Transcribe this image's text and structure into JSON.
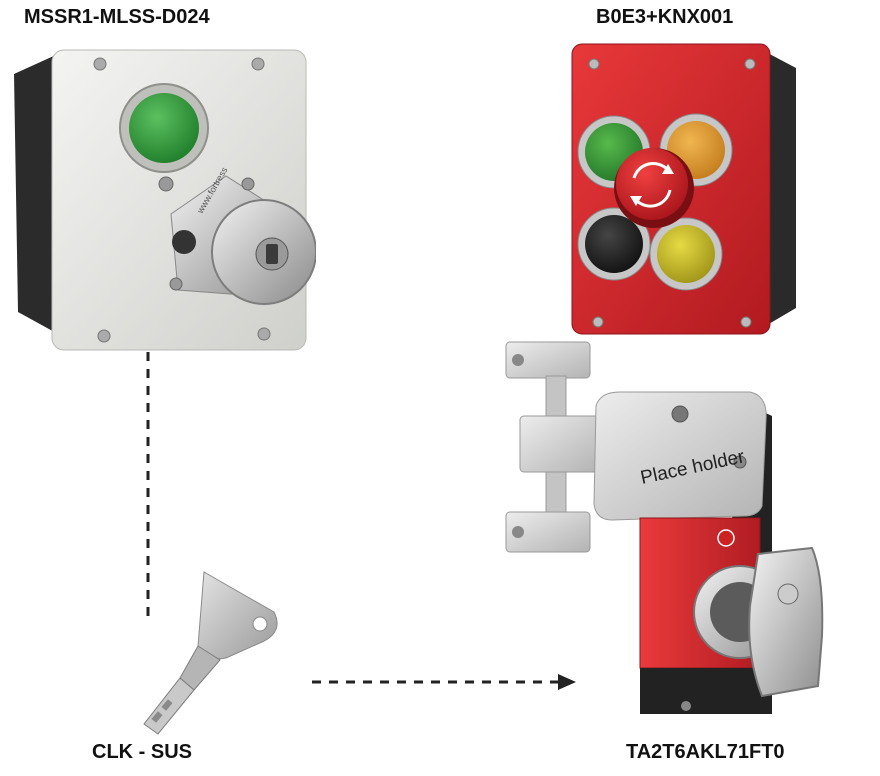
{
  "labels": {
    "top_left": "MSSR1-MLSS-D024",
    "top_right": "B0E3+KNX001",
    "bottom_left": "CLK - SUS",
    "bottom_right": "TA2T6AKL71FT0"
  },
  "placeholder_text": "Place holder",
  "brand_url_text": "www.fortress",
  "icons": {
    "unit1": "green-button-key-switch-box",
    "unit2": "red-control-station-with-estop",
    "key": "access-key",
    "lock": "interlock-switch"
  },
  "colors": {
    "green": "#2f9e3a",
    "red": "#d8262c",
    "amber": "#e9a23b",
    "yellow": "#d3c52a",
    "black": "#1e1e1e",
    "grey_housing": "#e6e6e3"
  }
}
